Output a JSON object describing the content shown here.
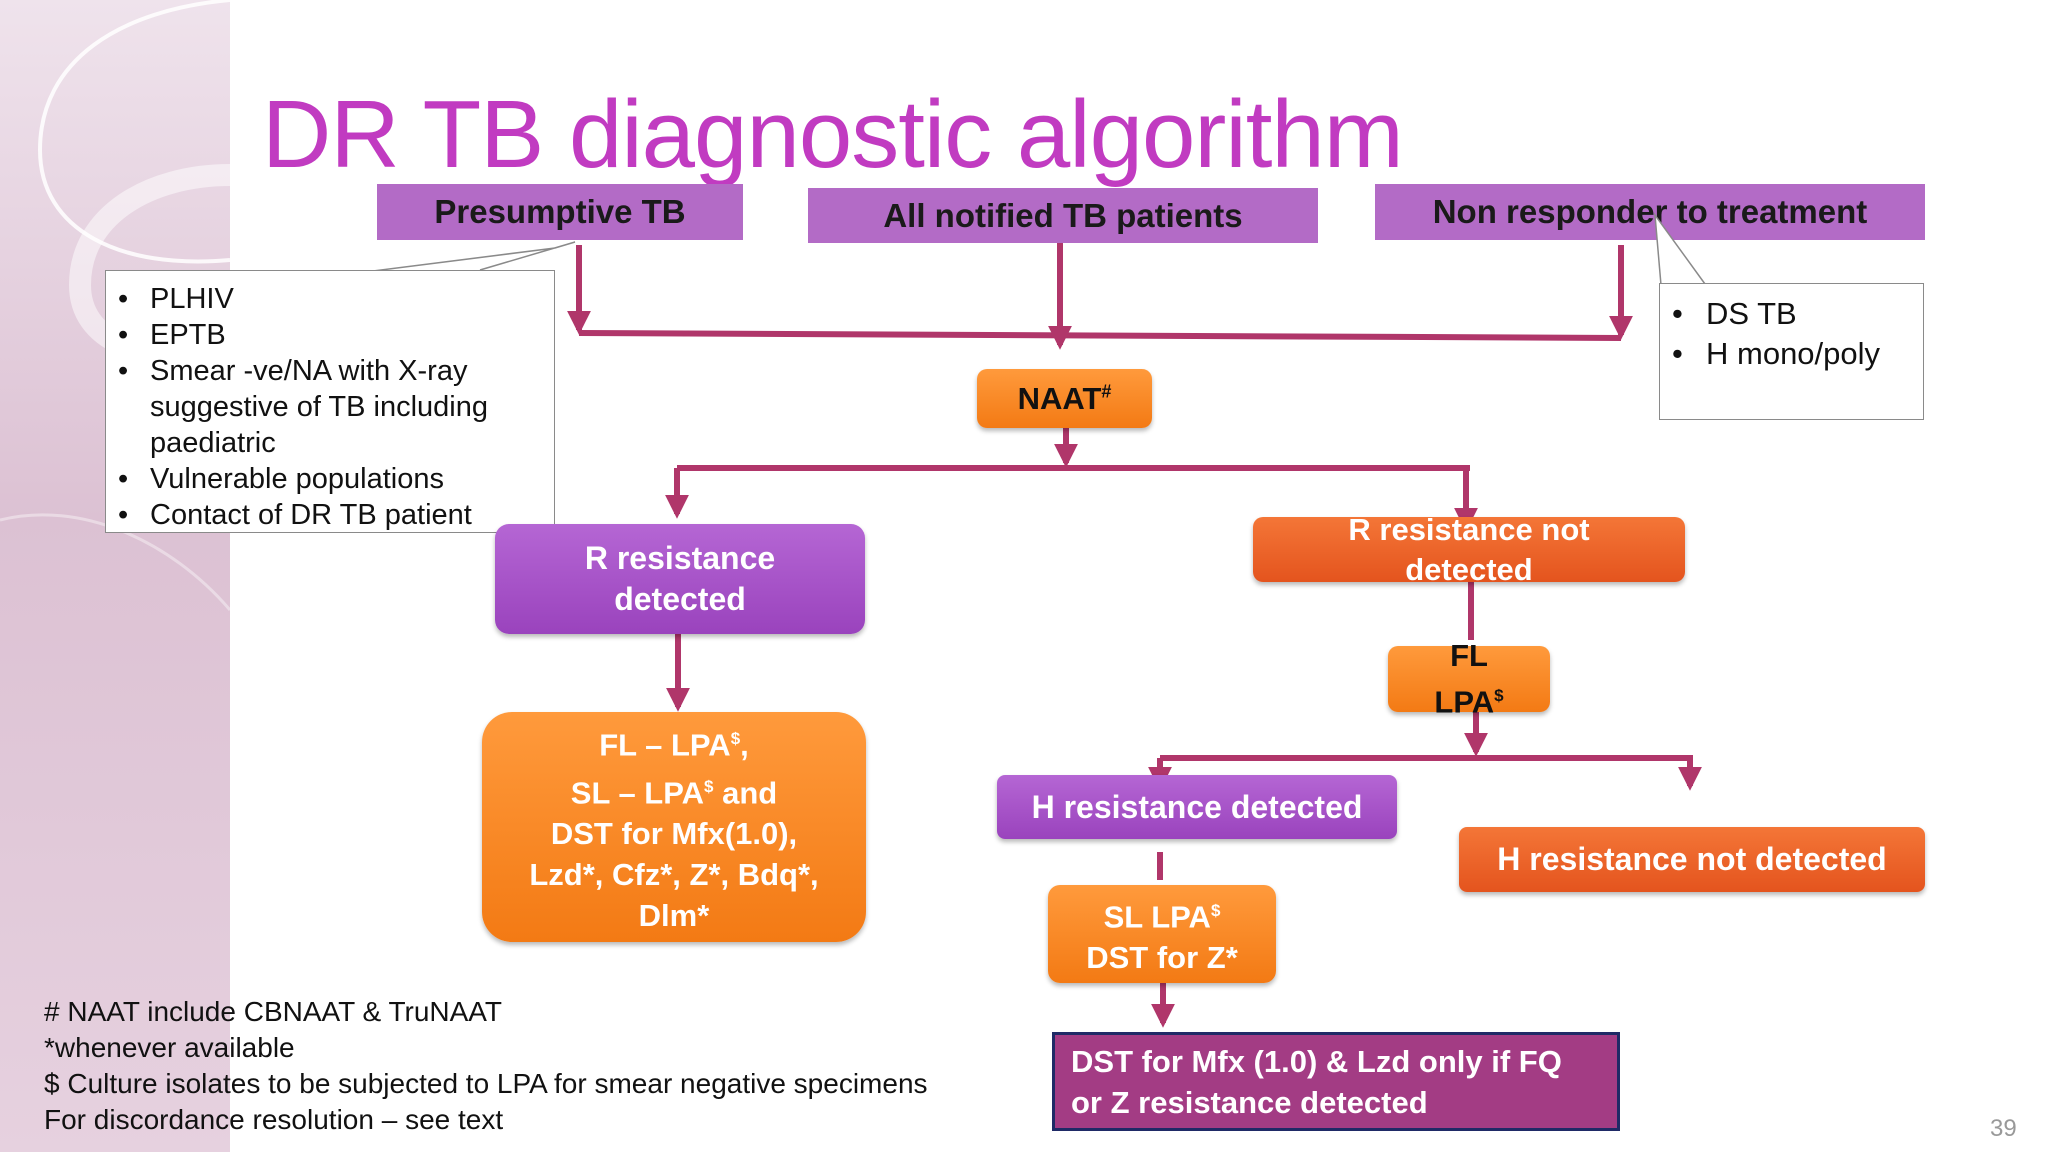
{
  "title": "DR TB diagnostic algorithm",
  "headers": {
    "presumptive": "Presumptive TB",
    "notified": "All notified TB patients",
    "nonresponder": "Non responder to treatment"
  },
  "presumptive_list": [
    "PLHIV",
    "EPTB",
    "Smear -ve/NA with X-ray suggestive of TB including paediatric",
    "Vulnerable populations",
    "Contact of DR TB patient"
  ],
  "nonresponder_list": [
    "DS TB",
    "H mono/poly"
  ],
  "naat": {
    "text": "NAAT",
    "sup": "#"
  },
  "r_detected": "R resistance detected",
  "r_not_detected": "R resistance not detected",
  "fl_lpa": {
    "text": "FL LPA",
    "sup": "$"
  },
  "r_detected_tests": {
    "line1": "FL – LPA",
    "line2": "SL – LPA",
    "line2_tail": " and",
    "line3": "DST for Mfx(1.0),",
    "line4": "Lzd*, Cfz*, Z*, Bdq*,",
    "line5": "Dlm*",
    "sup": "$"
  },
  "h_detected": "H resistance detected",
  "h_not_detected": "H resistance not detected",
  "sl_lpa": {
    "line1": "SL LPA",
    "line2": "DST for Z*",
    "sup": "$"
  },
  "dst_final": "DST for Mfx (1.0) & Lzd only if FQ or Z resistance detected",
  "footnotes": [
    "# NAAT include CBNAAT & TruNAAT",
    "*whenever available",
    "$ Culture isolates to be subjected to LPA for smear negative specimens",
    "For discordance resolution – see text"
  ],
  "page_number": "39",
  "colors": {
    "title": "#c13bc1",
    "header_fill": "#b36bc6",
    "arrow": "#b0366a",
    "orange": "#f37a14",
    "red_orange": "#e4541e",
    "purple": "#9a43bd",
    "final_fill": "#a33c84",
    "final_border": "#1f2a66"
  }
}
